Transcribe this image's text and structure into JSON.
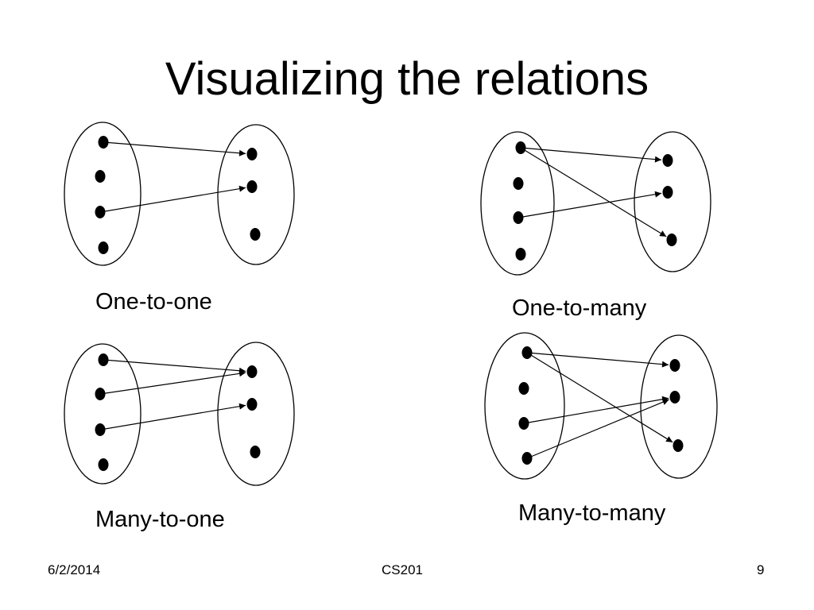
{
  "slide": {
    "title": "Visualizing the relations",
    "footer": {
      "date": "6/2/2014",
      "course": "CS201",
      "page": "9"
    }
  },
  "diagrams": [
    {
      "label": "One-to-one",
      "arrows": [
        [
          0,
          0
        ],
        [
          2,
          1
        ]
      ]
    },
    {
      "label": "One-to-many",
      "arrows": [
        [
          0,
          0
        ],
        [
          0,
          2
        ],
        [
          2,
          1
        ]
      ]
    },
    {
      "label": "Many-to-one",
      "arrows": [
        [
          0,
          0
        ],
        [
          1,
          0
        ],
        [
          2,
          1
        ]
      ]
    },
    {
      "label": "Many-to-many",
      "arrows": [
        [
          0,
          0
        ],
        [
          0,
          2
        ],
        [
          2,
          1
        ],
        [
          3,
          1
        ]
      ]
    }
  ]
}
